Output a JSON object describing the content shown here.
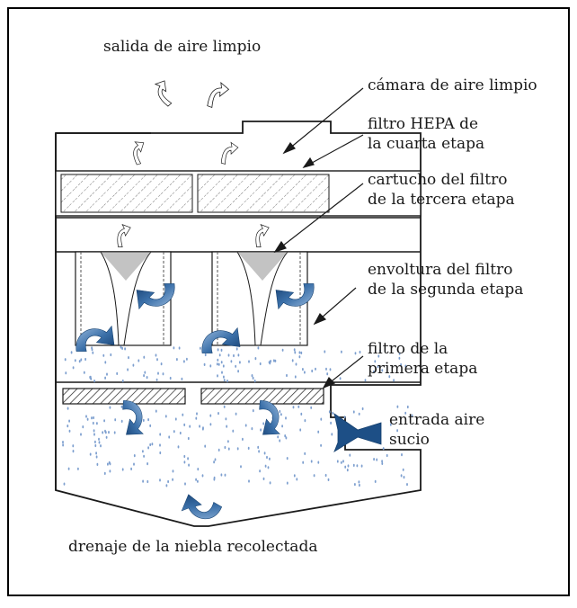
{
  "labels": {
    "clean_air_outlet": "salida de aire limpio",
    "clean_air_chamber": "cámara de aire limpio",
    "hepa_line1": "filtro HEPA de",
    "hepa_line2": "la cuarta etapa",
    "cartridge_line1": "cartucho del filtro",
    "cartridge_line2": "de la tercera etapa",
    "wrap_line1": "envoltura del filtro",
    "wrap_line2": "de la segunda etapa",
    "first_line1": "filtro de la",
    "first_line2": "primera etapa",
    "inlet_line1": "entrada aire",
    "inlet_line2": "sucio",
    "drain": "drenaje de la niebla recolectada"
  },
  "colors": {
    "outline": "#1a1a1a",
    "airflow_dark": "#1d4f86",
    "airflow_light": "#7fa8d4",
    "mist": "#7d9fcf",
    "background": "#ffffff"
  }
}
